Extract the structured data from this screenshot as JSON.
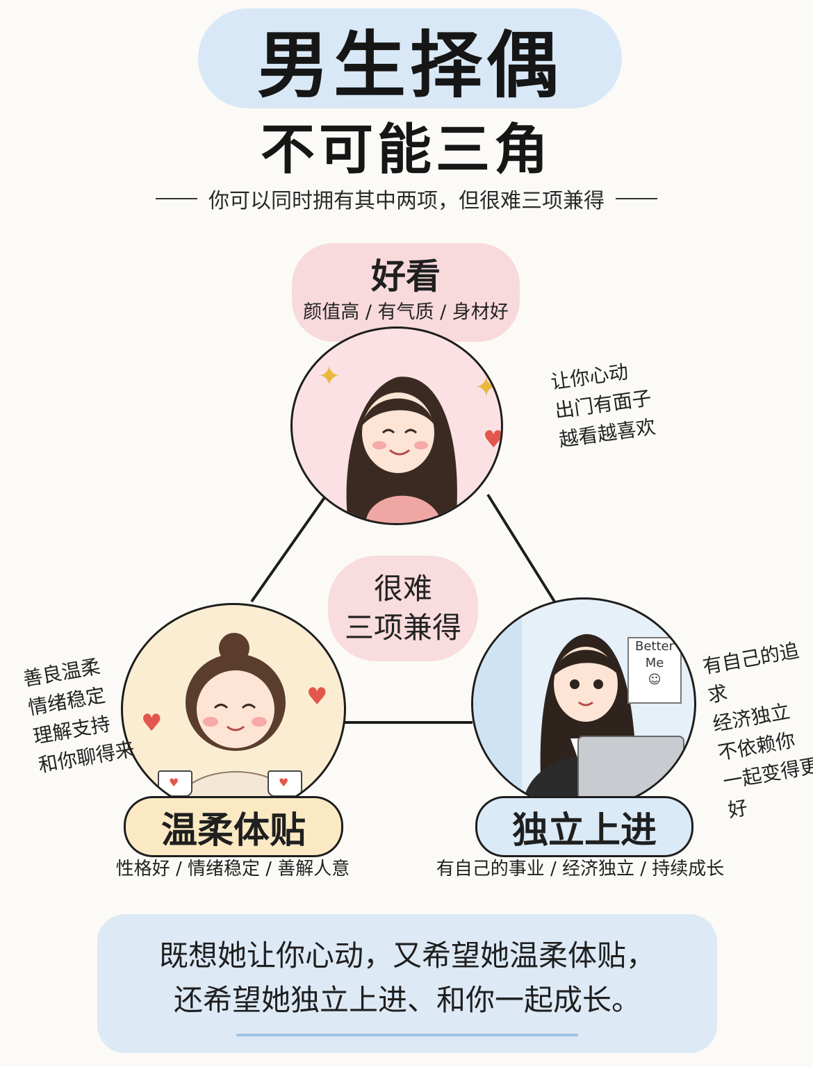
{
  "title": {
    "main": "男生择偶",
    "sub": "不可能三角"
  },
  "tagline": "你可以同时拥有其中两项，但很难三项兼得",
  "center": {
    "line1": "很难",
    "line2": "三项兼得"
  },
  "vertices": {
    "top": {
      "label": "好看",
      "desc": "颜值高 / 有气质 / 身材好",
      "notes": [
        "让你心动",
        "出门有面子",
        "越看越喜欢"
      ]
    },
    "left": {
      "label": "温柔体贴",
      "desc": "性格好 / 情绪稳定 / 善解人意",
      "notes": [
        "善良温柔",
        "情绪稳定",
        "理解支持",
        "和你聊得来"
      ]
    },
    "right": {
      "label": "独立上进",
      "desc": "有自己的事业 / 经济独立 / 持续成长",
      "notes": [
        "有自己的追求",
        "经济独立",
        "不依赖你",
        "一起变得更好"
      ],
      "poster": [
        "Better",
        "Me",
        "☺"
      ]
    }
  },
  "summary": {
    "line1": "既想她让你心动，又希望她温柔体贴，",
    "line2": "还希望她独立上进、和你一起成长。"
  },
  "colors": {
    "pink": "#f8d9dc",
    "yellow": "#fbe9c3",
    "blue": "#dbeaf7",
    "title_blue": "#d9e8f6",
    "heart": "#e2574c",
    "sparkle": "#e9b83d"
  }
}
